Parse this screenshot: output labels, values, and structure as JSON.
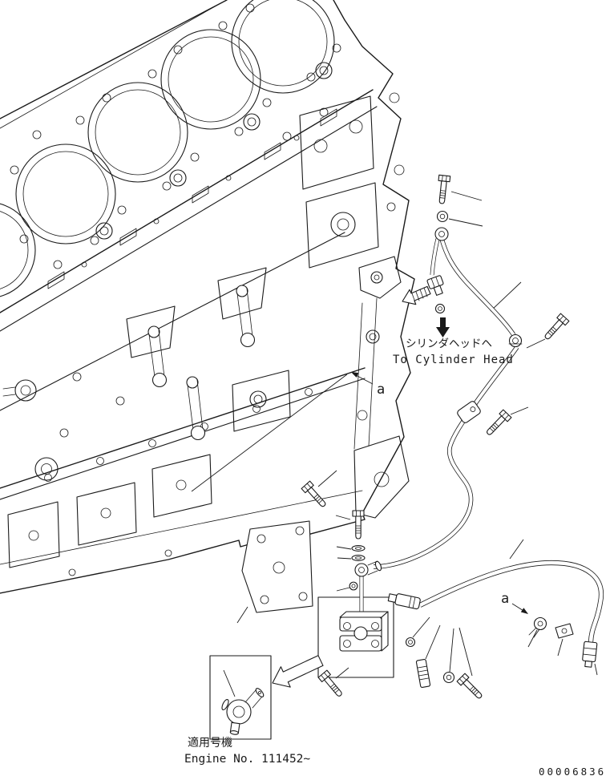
{
  "canvas": {
    "background": "#ffffff",
    "line_color": "#1a1a1a"
  },
  "annotations": {
    "to_cylinder_head": {
      "jp": "シリンダヘッドヘ",
      "en": "To Cylinder Head"
    },
    "ref_a_block": "a",
    "ref_a_harness": "a"
  },
  "footer": {
    "applicable_machine_jp": "適用号機",
    "engine_no": "Engine No. 111452~"
  },
  "doc_number": "00006836"
}
